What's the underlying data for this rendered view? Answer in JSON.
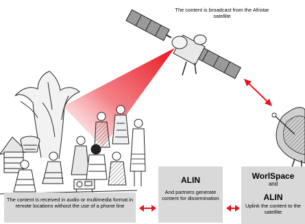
{
  "satellite_caption": "The content is broadcast from the Afristar satellite",
  "receive_box": {
    "text": "The content is received in audio or multimedia format in remote locations without the use of a phone line"
  },
  "alin_box": {
    "title": "ALIN",
    "text": "And partners generate content for dissemination"
  },
  "worldspace_box": {
    "title": "WorlSpace",
    "and_label": "and",
    "title2": "ALIN",
    "text": "Uplink the content to the satellite"
  },
  "colors": {
    "beam_red": "#e8141c",
    "arrow_red": "#e8141c",
    "box_gray": "#d9d9d9",
    "panel_gray": "#9a9a9a"
  }
}
